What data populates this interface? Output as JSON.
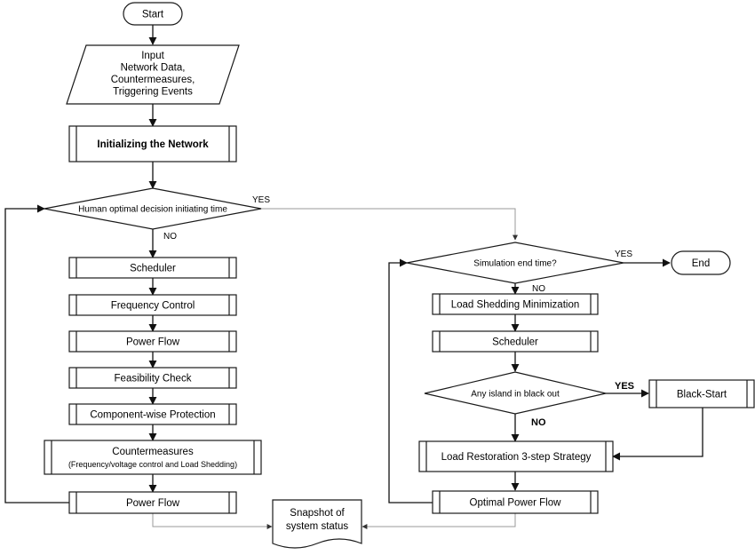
{
  "nodes": {
    "start": "Start",
    "input_lines": [
      "Input",
      "Network Data,",
      "Countermeasures,",
      "Triggering Events"
    ],
    "initializing": "Initializing the Network",
    "human_decision": "Human optimal decision initiating time",
    "scheduler_left": "Scheduler",
    "frequency_control": "Frequency Control",
    "power_flow_1": "Power Flow",
    "feasibility_check": "Feasibility Check",
    "component_protection": "Component-wise Protection",
    "countermeasures_title": "Countermeasures",
    "countermeasures_sub": "(Frequency/voltage control and Load Shedding)",
    "power_flow_2": "Power Flow",
    "snapshot_lines": [
      "Snapshot of",
      "system status"
    ],
    "sim_end": "Simulation end time?",
    "end": "End",
    "load_shedding_min": "Load Shedding Minimization",
    "scheduler_right": "Scheduler",
    "island_blackout": "Any island in black out",
    "black_start": "Black-Start",
    "load_restoration": "Load Restoration 3-step Strategy",
    "optimal_power_flow": "Optimal Power Flow"
  },
  "edge_labels": {
    "human_yes": "YES",
    "human_no": "NO",
    "sim_yes": "YES",
    "sim_no": "NO",
    "island_yes": "YES",
    "island_no": "NO"
  }
}
